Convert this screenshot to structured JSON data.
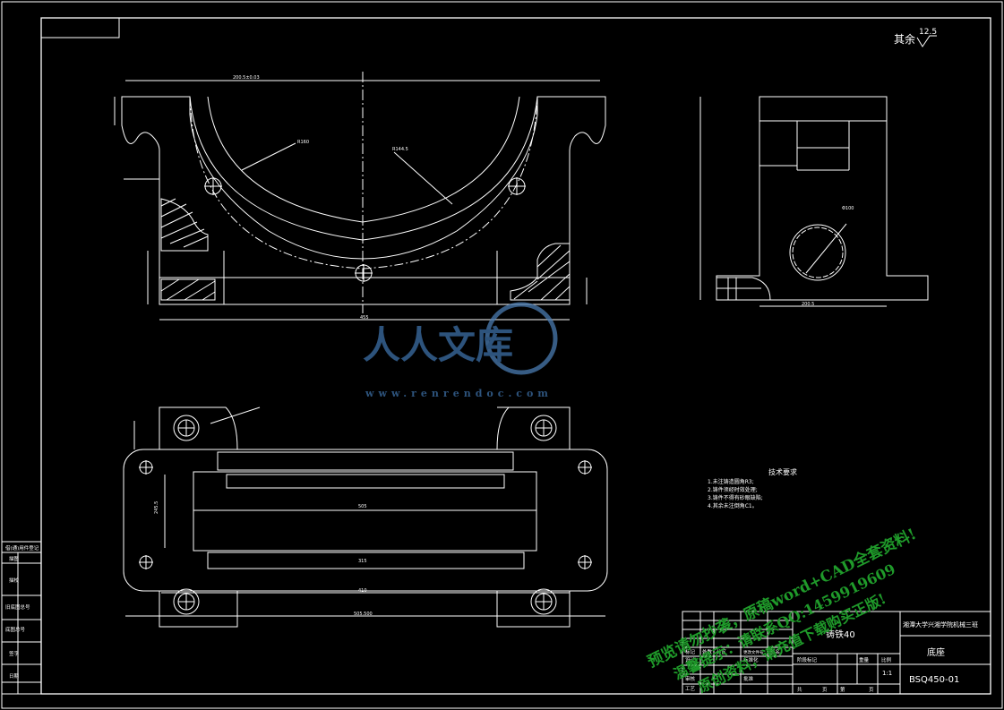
{
  "roughness": {
    "label": "其余",
    "value": "12.5"
  },
  "tech_requirements": {
    "title": "技术要求",
    "items": [
      "1.未注铸造圆角R3;",
      "2.铸件须经时效处理;",
      "3.铸件不得有砂眼缺陷;",
      "4.其余未注倒角C1。"
    ]
  },
  "watermark": {
    "brand": "人人文库",
    "url": "www.renrendoc.com",
    "lines": [
      "预览请勿抄袭，原稿word+CAD全套资料!",
      "温馨提示：请联系QQ:1459919609",
      "原创资料，请充值下载购买正版!"
    ]
  },
  "title_block": {
    "material": "铸铁40",
    "school": "湘潭大学兴湘学院机械三班",
    "part_name": "底座",
    "drawing_no": "BSQ450-01",
    "scale": "1:1",
    "headers": [
      "标记",
      "处数",
      "分区",
      "更改文件号",
      "签名",
      "年月日"
    ],
    "roles": [
      "设计",
      "审核",
      "工艺"
    ],
    "labels": {
      "standardize": "标准化",
      "approve": "批准",
      "stage": "阶段标记",
      "weight": "重量",
      "scale_lbl": "比例",
      "total": "共",
      "sheet": "第",
      "page": "页",
      "date": "日期"
    }
  },
  "side_table": {
    "rows": [
      "借(通)用件登记",
      "描图",
      "描校",
      "旧底图总号",
      "底图总号",
      "签字",
      "日期"
    ]
  },
  "dims": {
    "top_width": "200.5±0.03",
    "radius_label": "R160",
    "radius_inner": "R144.5",
    "overall_width": "455",
    "side_width": "200.5",
    "side_bore": "Φ100",
    "plan_width": "505",
    "plan_inner": "410",
    "plan_len": "315",
    "plan_h": "245.5",
    "plan_bottom": "505.500"
  }
}
